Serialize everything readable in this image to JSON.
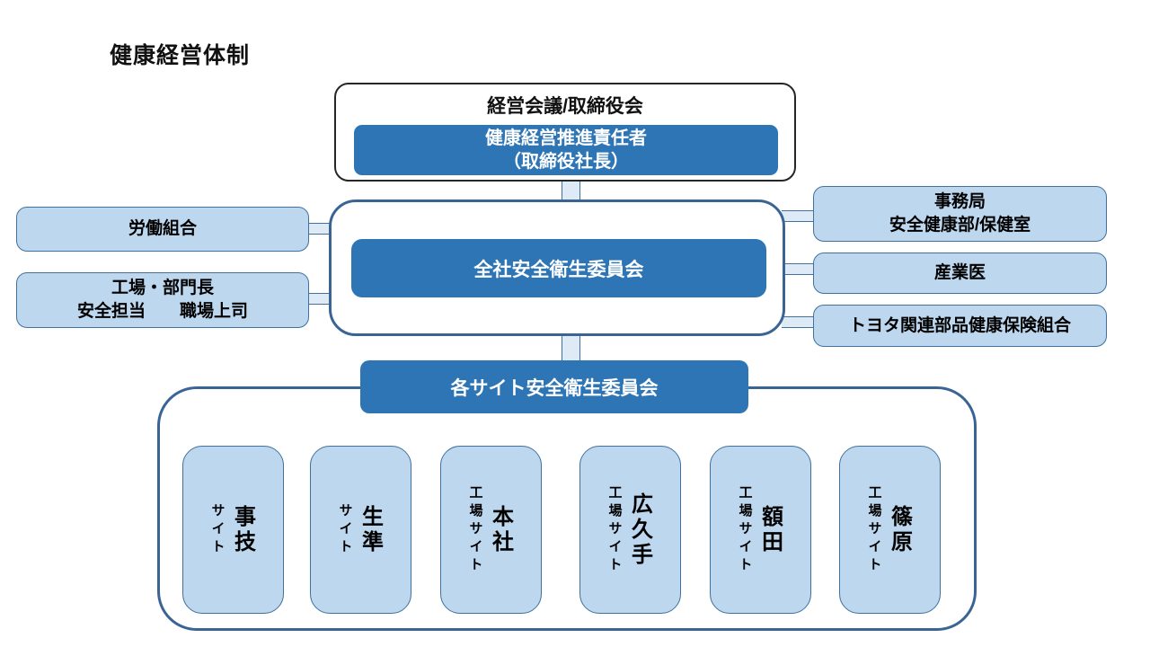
{
  "title": "健康経営体制",
  "colors": {
    "accent_dark_blue": "#2E75B6",
    "fill_light_blue": "#BDD7EE",
    "light_box_border": "#41719C",
    "frame_border": "#3A6494",
    "top_frame_border": "#262626",
    "connector_fill": "#DEEBF7",
    "dark_box_text": "#FFFFFF"
  },
  "top_unit": {
    "label": "経営会議/取締役会",
    "inner": {
      "line1": "健康経営推進責任者",
      "line2": "（取締役社長）"
    }
  },
  "central_unit": {
    "label": "全社安全衛生委員会"
  },
  "left_units": [
    {
      "lines": [
        "労働組合"
      ]
    },
    {
      "lines": [
        "工場・部門長",
        "安全担当　　職場上司"
      ]
    }
  ],
  "right_units": [
    {
      "lines": [
        "事務局",
        "安全健康部/保健室"
      ]
    },
    {
      "lines": [
        "産業医"
      ]
    },
    {
      "lines": [
        "トヨタ関連部品健康保険組合"
      ]
    }
  ],
  "site_committee": {
    "label": "各サイト安全衛生委員会",
    "sites": [
      {
        "name": "事技",
        "suffix": "サイト"
      },
      {
        "name": "生準",
        "suffix": "サイト"
      },
      {
        "name": "本社",
        "suffix": "工場サイト"
      },
      {
        "name": "広久手",
        "suffix": "工場サイト"
      },
      {
        "name": "額田",
        "suffix": "工場サイト"
      },
      {
        "name": "篠原",
        "suffix": "工場サイト"
      }
    ]
  }
}
